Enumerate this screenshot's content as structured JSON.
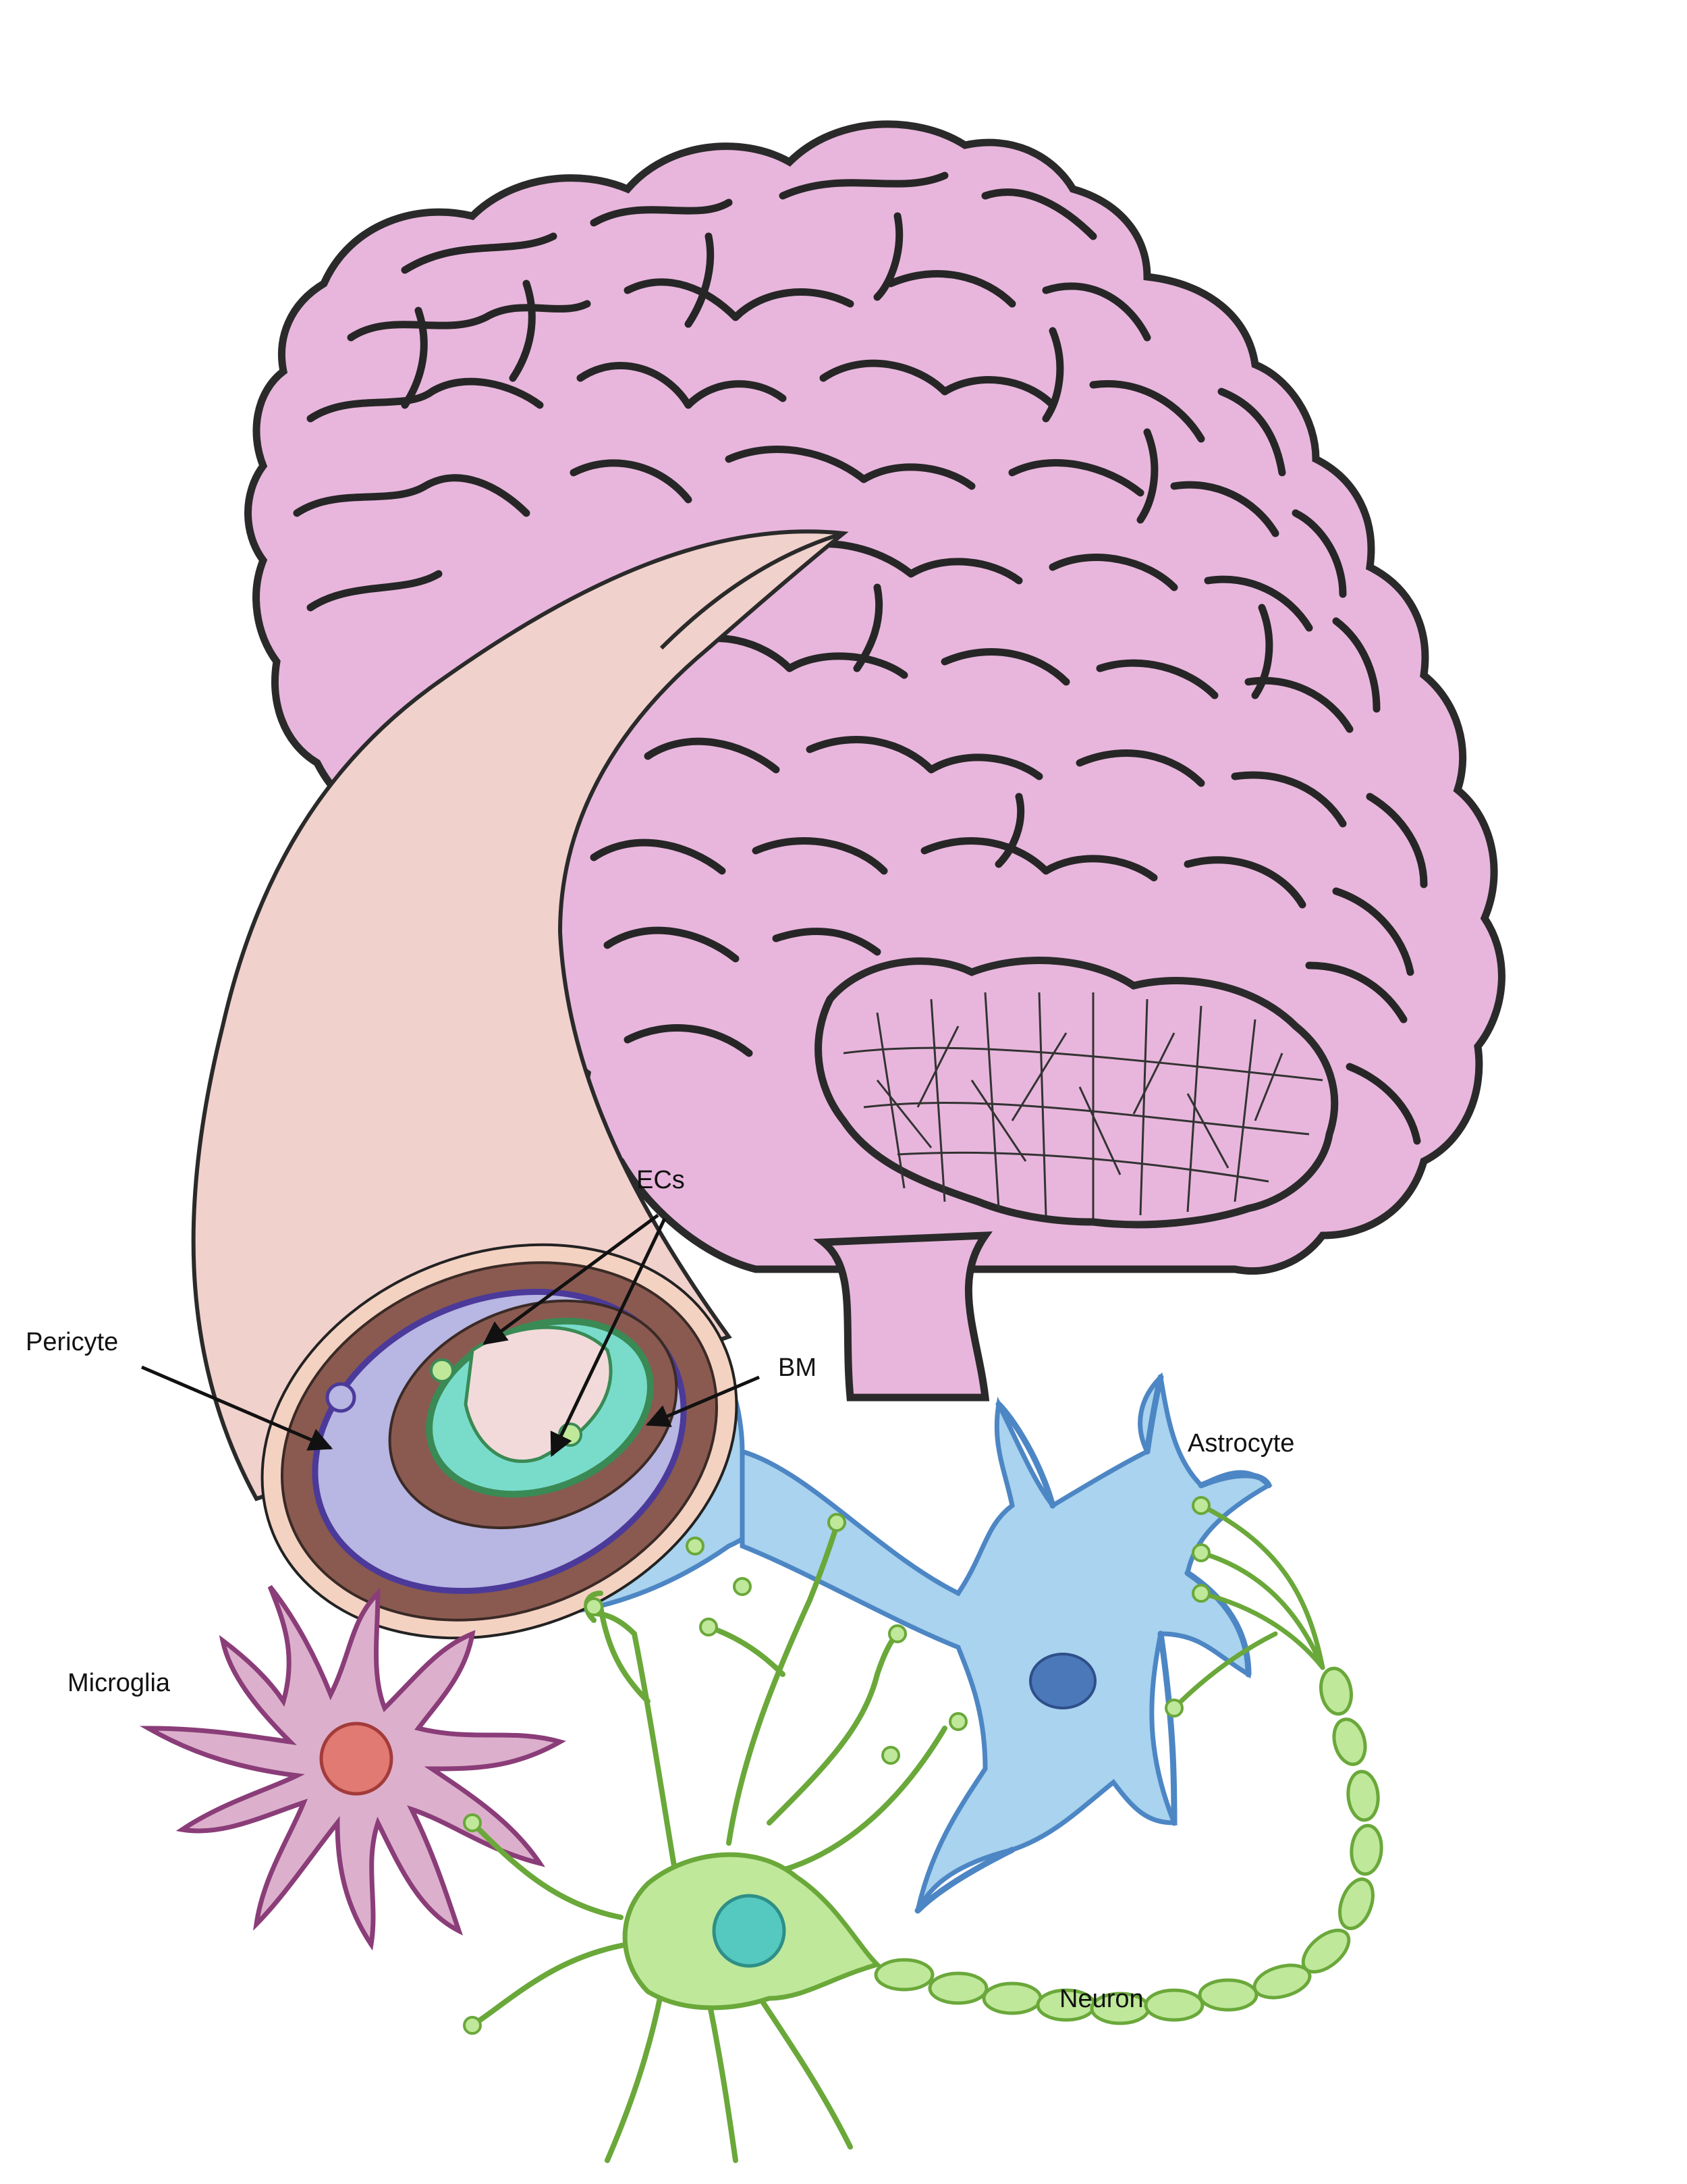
{
  "labels": {
    "ecs": "ECs",
    "pericyte": "Pericyte",
    "bm": "BM",
    "astrocyte": "Astrocyte",
    "microglia": "Microglia",
    "neuron": "Neuron"
  },
  "colors": {
    "brain_fill": "#e8b6dc",
    "brain_outline": "#2a2a2a",
    "vessel_fill": "#f1d1cc",
    "vessel_outer_ring": "#f4d2c2",
    "vessel_brown": "#8a5a50",
    "vessel_purple": "#4b3a9a",
    "vessel_lavender": "#b8b6e2",
    "endothelial_green": "#3a8a55",
    "endothelial_fill": "#79dccb",
    "lumen_fill": "#f2dada",
    "astrocyte_fill": "#a9d3ee",
    "astrocyte_outline": "#4d86c4",
    "astrocyte_nucleus": "#4a78b8",
    "neuron_fill": "#bfe89a",
    "neuron_outline": "#6aa83a",
    "neuron_nucleus": "#55c8c0",
    "microglia_fill": "#dcb0cc",
    "microglia_outline": "#8a3d78",
    "microglia_nucleus": "#e07a72"
  }
}
